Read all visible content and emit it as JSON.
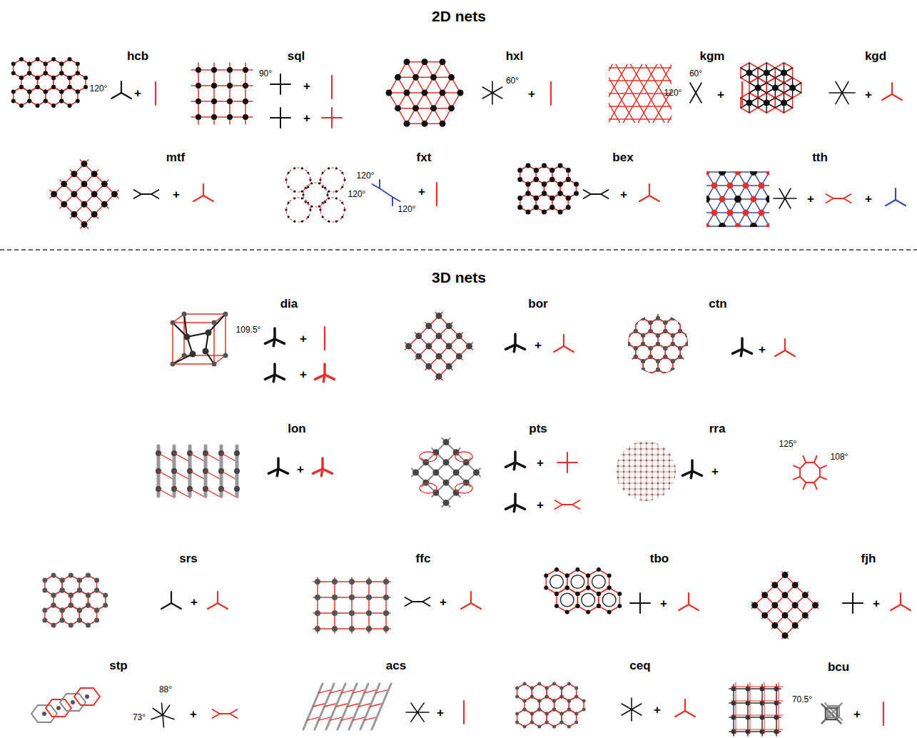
{
  "diagram": {
    "labels": [
      "2D nets",
      "hcb",
      "120°",
      "+",
      "sql",
      "90°",
      "+",
      "+",
      "hxl",
      "60°",
      "+",
      "kgm",
      "60°",
      "120°",
      "+",
      "kgd",
      "+",
      "mtf",
      "+",
      "fxt",
      "120°",
      "120°",
      "120°",
      "+",
      "bex",
      "+",
      "tth",
      "+",
      "+",
      "3D nets",
      "dia",
      "109.5°",
      "+",
      "+",
      "bor",
      "+",
      "ctn",
      "+",
      "lon",
      "+",
      "pts",
      "+",
      "+",
      "rra",
      "125°",
      "108°",
      "+",
      "srs",
      "+",
      "ffc",
      "+",
      "tbo",
      "+",
      "fjh",
      "+",
      "stp",
      "88°",
      "73°",
      "+",
      "acs",
      "+",
      "ceq",
      "+",
      "bcu",
      "70.5°",
      "+"
    ]
  }
}
